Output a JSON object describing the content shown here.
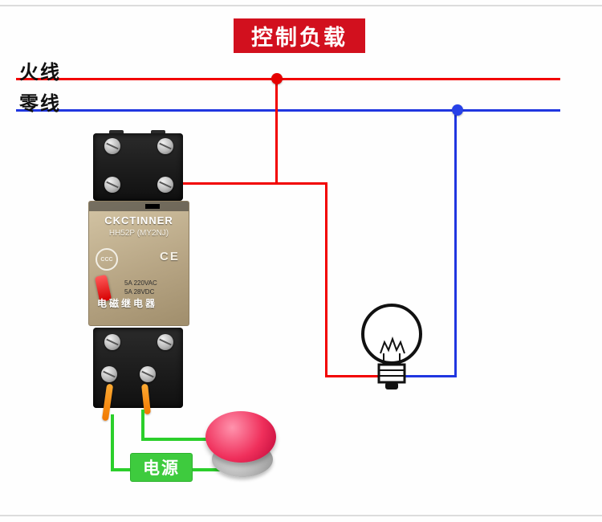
{
  "banner": {
    "title": "控制负载"
  },
  "wire_labels": {
    "live": "火线",
    "neutral": "零线"
  },
  "power_label": {
    "text": "电源"
  },
  "relay": {
    "brand": "CKCTINNER",
    "model": "HH52P (MY2NJ)",
    "ccc_mark": "CCC",
    "ce_mark": "CE",
    "rating_line1": "5A 220VAC",
    "rating_line2": "5A 28VDC",
    "coil_label": "电磁继电器"
  },
  "colors": {
    "banner_bg": "#d2101e",
    "live_wire": "#f20000",
    "neutral_wire": "#2036e0",
    "signal_green": "#2bcf2b",
    "lead_orange": "#ff8a00",
    "button_red": "#ef2f5b",
    "power_label_bg": "#3ecb3e"
  }
}
